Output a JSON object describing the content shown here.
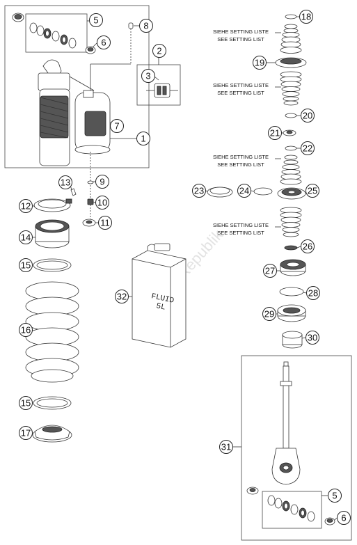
{
  "watermark": "PartsRepublik",
  "setting_notes": [
    {
      "line1": "SIEHE SETTING LISTE",
      "line2": "SEE SETTING LIST"
    },
    {
      "line1": "SIEHE SETTING LISTE",
      "line2": "SEE SETTING LIST"
    },
    {
      "line1": "SIEHE SETTING LISTE",
      "line2": "SEE SETTING LIST"
    },
    {
      "line1": "SIEHE SETTING LISTE",
      "line2": "SEE SETTING LIST"
    }
  ],
  "can": {
    "line1": "FLUID",
    "line2": "5L"
  },
  "callouts": [
    "1",
    "2",
    "3",
    "5",
    "6",
    "7",
    "8",
    "9",
    "10",
    "11",
    "12",
    "13",
    "14",
    "15",
    "16",
    "15",
    "17",
    "18",
    "19",
    "20",
    "21",
    "22",
    "23",
    "24",
    "25",
    "26",
    "27",
    "28",
    "29",
    "30",
    "31",
    "32",
    "5",
    "6"
  ]
}
